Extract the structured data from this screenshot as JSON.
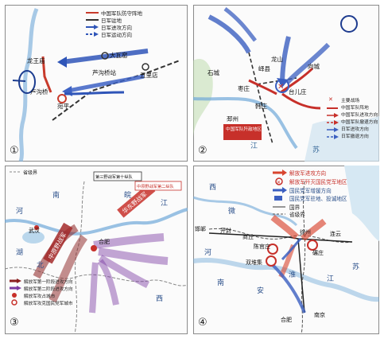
{
  "panels": [
    {
      "number": "①",
      "legend": [
        "中国军队防守阵地",
        "日军驻地",
        "日军进攻方向",
        "日军运动方向"
      ],
      "places": [
        "龙王庙",
        "大瓦窑",
        "芦沟桥站",
        "五里店",
        "卢沟桥",
        "宛平"
      ]
    },
    {
      "number": "②",
      "places": [
        "石城",
        "龙山",
        "峄县",
        "枣庄",
        "台儿庄",
        "向城",
        "韩庄",
        "邳州",
        "江",
        "苏"
      ],
      "badge": "中国军队歼敌地区",
      "legend": [
        "主要战场",
        "中国军队阵地",
        "中国军队进攻方向",
        "中国军队撤退方向",
        "日军进攻方向",
        "日军撤退方向"
      ]
    },
    {
      "number": "③",
      "top_legend": "省级界",
      "places": [
        "河",
        "湖",
        "南",
        "江",
        "北",
        "西",
        "皖",
        "武汉",
        "合肥"
      ],
      "boxes": [
        "第三野战军第十纵队",
        "中原野战军第二纵队"
      ],
      "army_labels": [
        "中原野战军",
        "华东野战军"
      ],
      "legend": [
        "解放军第一阶段进攻方向",
        "解放军第二阶段进攻方向",
        "解放军攻占城市",
        "解放军攻克国民党军城市"
      ]
    },
    {
      "number": "④",
      "legend": [
        "解放军进攻方向",
        "解放军歼灭国民党军地区",
        "国民党军增援方向",
        "国民党军驻地、投诚地区",
        "国界",
        "省级界"
      ],
      "places": [
        "西",
        "河",
        "南",
        "邯郸",
        "开封",
        "商丘",
        "陈官庄",
        "双堆集",
        "碾庄",
        "徐州",
        "连云",
        "南京",
        "江",
        "苏",
        "合肥",
        "淮",
        "安",
        "微"
      ]
    }
  ]
}
